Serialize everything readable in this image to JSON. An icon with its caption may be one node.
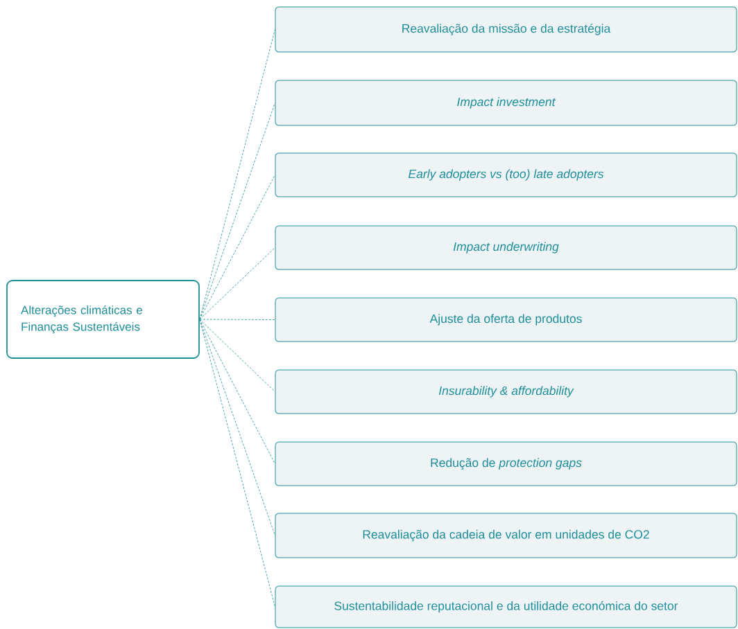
{
  "diagram": {
    "nodes": [
      {
        "text": [
          "Alterações climáticas e Finanças Sustentáveis"
        ]
      },
      {
        "text": [
          "Reavaliação da missão e da estratégia"
        ]
      },
      {
        "text": [
          "Impact investment"
        ]
      },
      {
        "text": [
          "Early adopters vs (too) late adopters"
        ]
      },
      {
        "text": [
          "Impact underwriting"
        ]
      },
      {
        "text": [
          "Ajuste da oferta de produtos"
        ]
      },
      {
        "text": [
          "Insurability & affordability"
        ]
      },
      {
        "text": [
          "Redução de *protection gaps*"
        ]
      },
      {
        "text": [
          "Reavaliação da cadeia de valor em unidades de CO2"
        ]
      },
      {
        "text": [
          "Sustentabilidade reputacional e da utilidade económica do setor"
        ]
      }
    ],
    "edges": [
      {
        "from": 0,
        "to": 1,
        "arrow": "none",
        "style": "dashed"
      },
      {
        "from": 0,
        "to": 2,
        "arrow": "none",
        "style": "dashed"
      },
      {
        "from": 0,
        "to": 3,
        "arrow": "none",
        "style": "dashed"
      },
      {
        "from": 0,
        "to": 4,
        "arrow": "none",
        "style": "dashed"
      },
      {
        "from": 0,
        "to": 5,
        "arrow": "none",
        "style": "dashed"
      },
      {
        "from": 0,
        "to": 6,
        "arrow": "none",
        "style": "dashed"
      },
      {
        "from": 0,
        "to": 7,
        "arrow": "none",
        "style": "dashed"
      },
      {
        "from": 0,
        "to": 8,
        "arrow": "none",
        "style": "dashed"
      },
      {
        "from": 0,
        "to": 9,
        "arrow": "none",
        "style": "dashed"
      }
    ]
  }
}
